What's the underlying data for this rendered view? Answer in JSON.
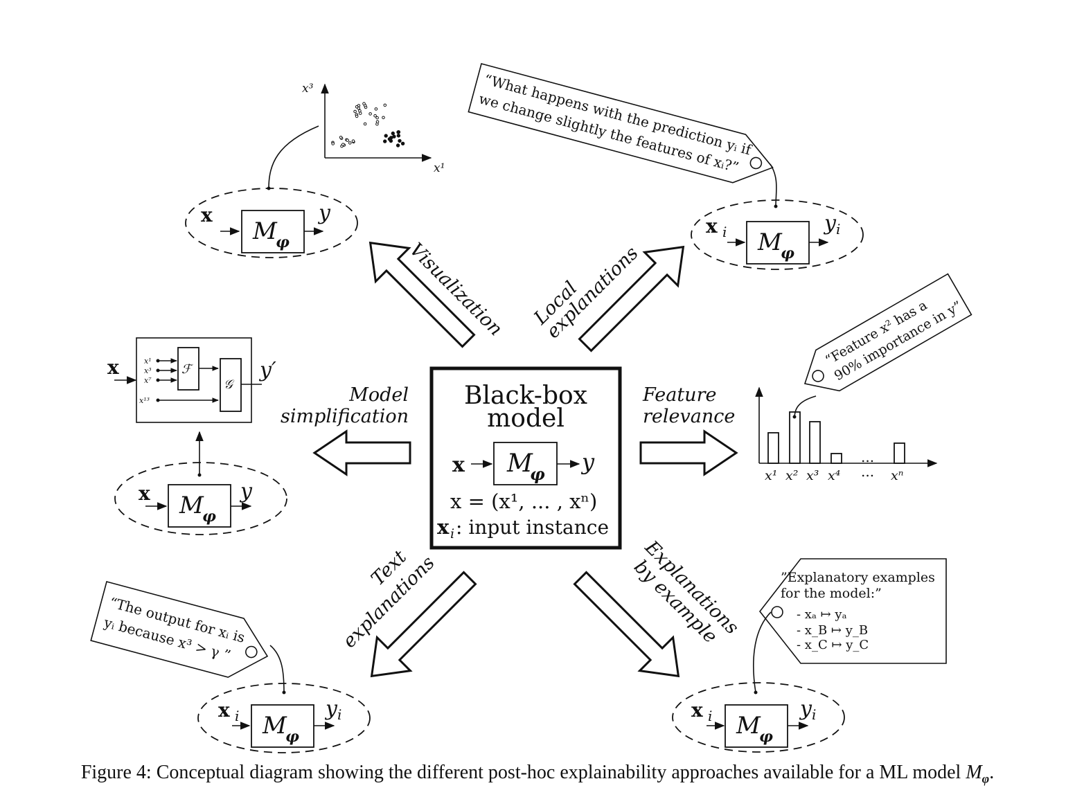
{
  "center": {
    "title_line1": "Black-box",
    "title_line2": "model",
    "input": "x",
    "model": "M",
    "model_sub": "φ",
    "output": "y",
    "eq": "x = (x¹, ... , xⁿ)",
    "instance_sym": "x",
    "instance_sub": "i",
    "instance_text": ": input instance"
  },
  "approaches": {
    "visualization": "Visualization",
    "local_1": "Local",
    "local_2": "explanations",
    "simplification_1": "Model",
    "simplification_2": "simplification",
    "relevance_1": "Feature",
    "relevance_2": "relevance",
    "text_1": "Text",
    "text_2": "explanations",
    "example_1": "Explanations",
    "example_2": "by example"
  },
  "tags": {
    "local_line1": "“What happens with the prediction yᵢ if",
    "local_line2": "we change slightly the features of xᵢ?”",
    "relevance_line1": "“Feature x² has a",
    "relevance_line2": "90% importance in y”",
    "text_line1": "“The output for xᵢ is",
    "text_line2": "yᵢ because x³ > γ ”",
    "example_line1": "”Explanatory examples",
    "example_line2": "for the model:”",
    "example_a": "- xₐ ↦ yₐ",
    "example_b": "- x_B ↦ y_B",
    "example_c": "- x_C ↦ y_C"
  },
  "plots": {
    "scatter_x": "x¹",
    "scatter_y": "x³",
    "bar_labels": [
      "x¹",
      "x²",
      "x³",
      "x⁴",
      "...",
      "xⁿ"
    ],
    "bar_dots": "...",
    "simplified_inputs": [
      "x¹",
      "x³",
      "x⁷",
      "x¹³"
    ],
    "simplified_f": "ℱ",
    "simplified_g": "𝒢",
    "simplified_output": "y′"
  },
  "mini_models": {
    "x": "x",
    "xi": "x",
    "i": "i",
    "y": "y",
    "M": "M",
    "phi": "φ"
  },
  "caption": {
    "text": "Figure 4: Conceptual diagram showing the different post-hoc explainability approaches available for a ML model ",
    "model": "M",
    "model_sub": "φ",
    "end": "."
  }
}
